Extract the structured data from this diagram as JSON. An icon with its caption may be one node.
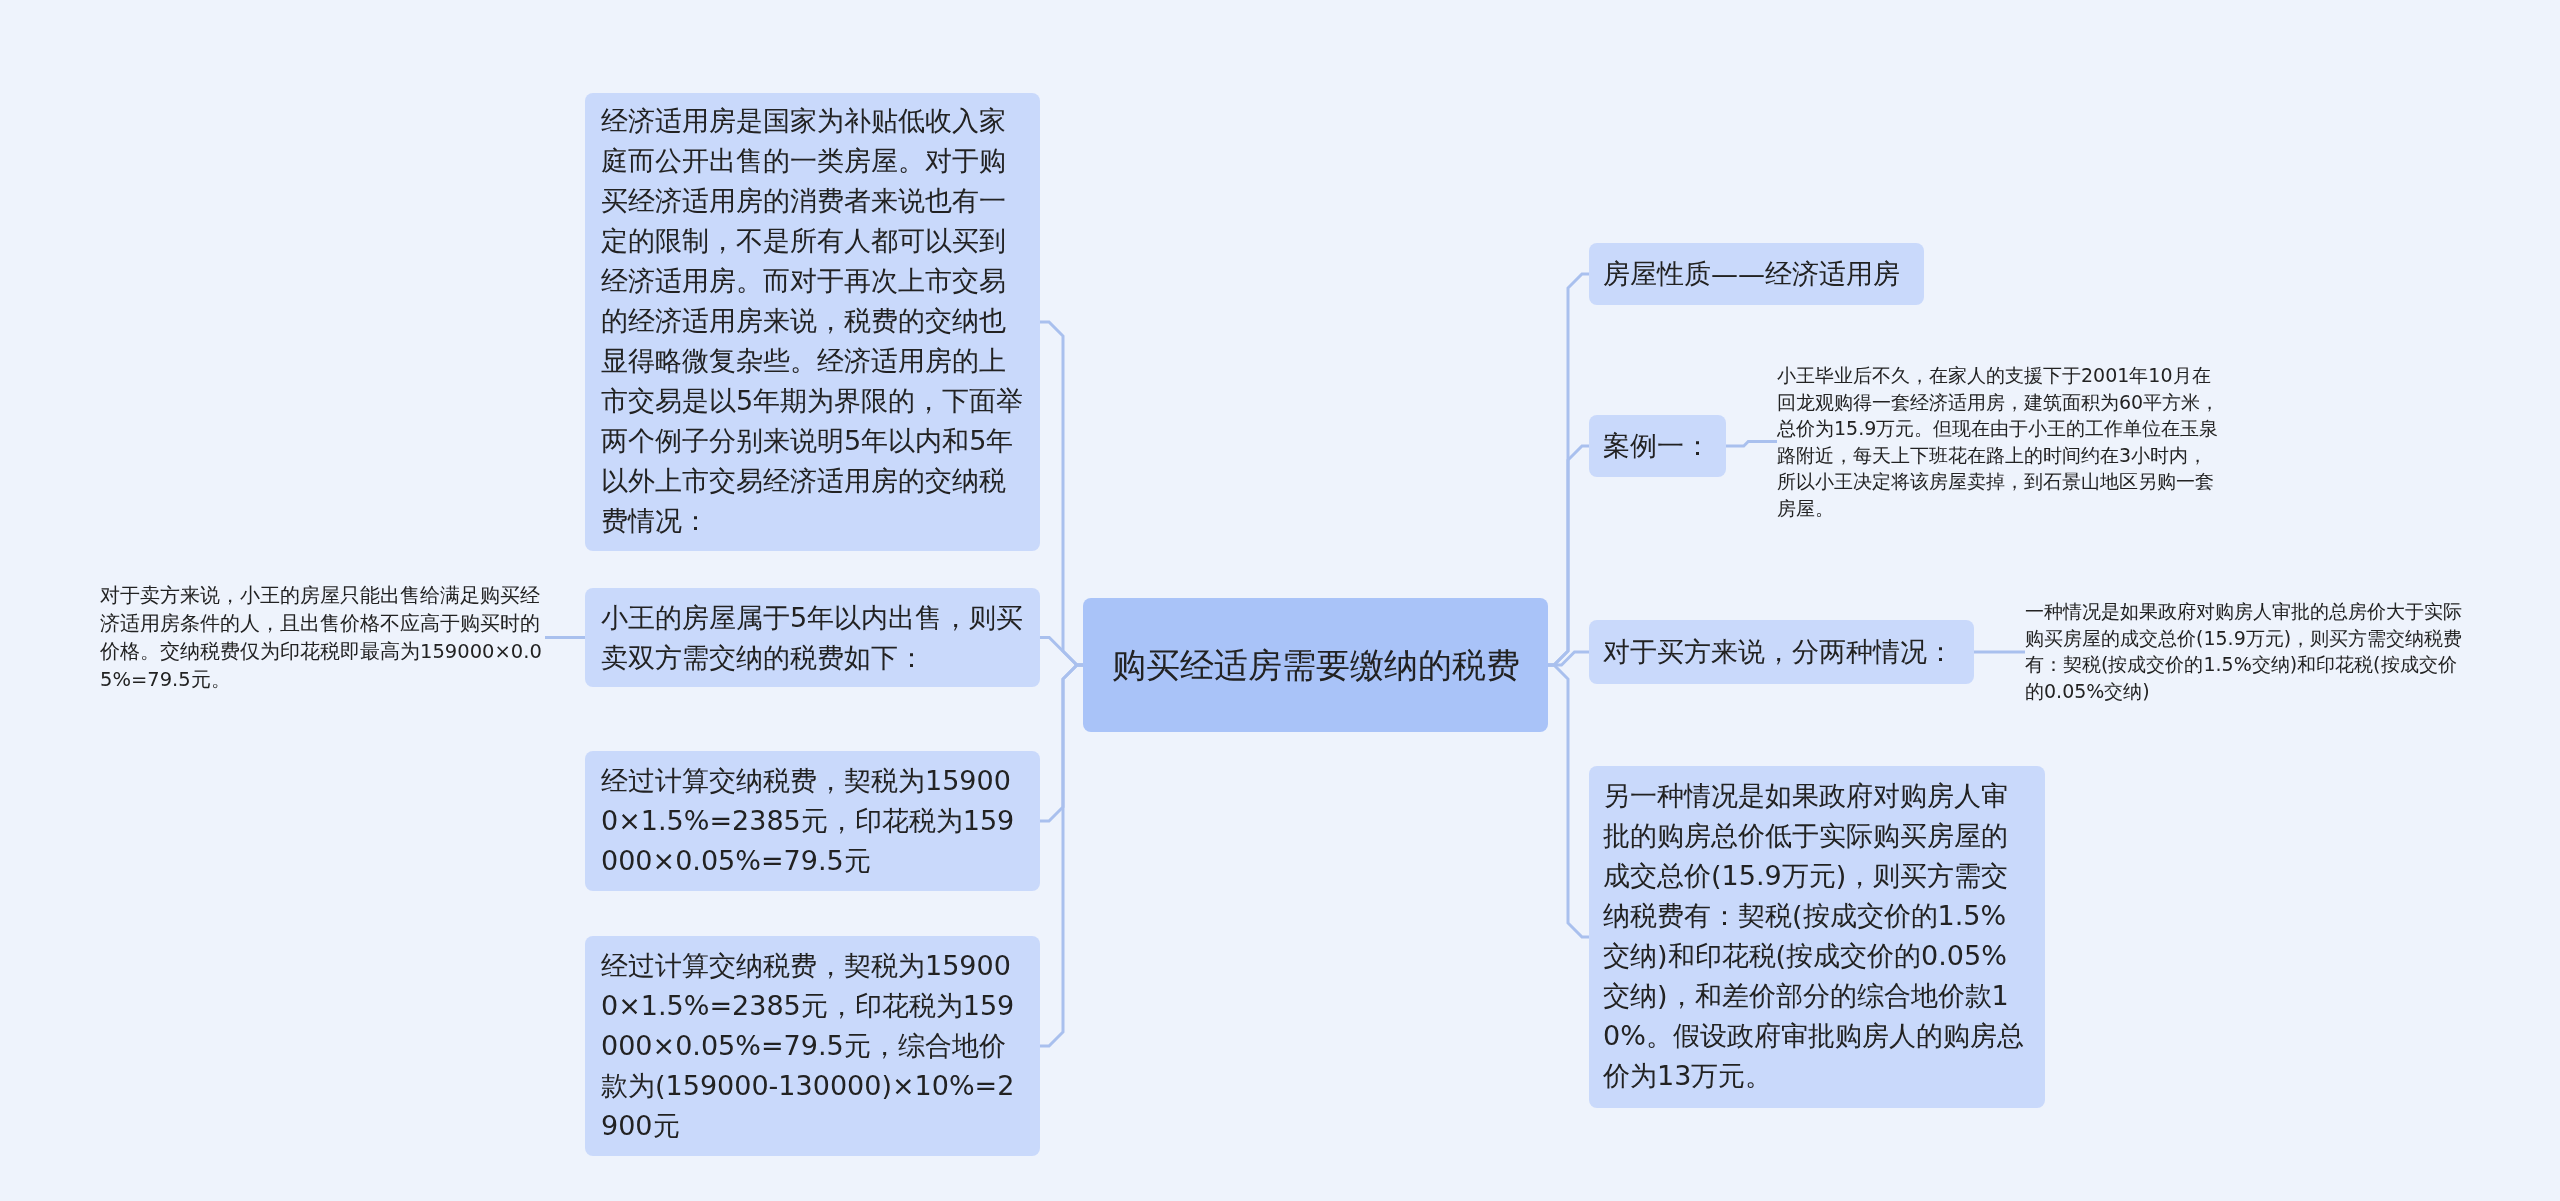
{
  "diagram": {
    "nodes": [
      {
        "text": [
          "购买经适房需要缴纳的税费"
        ]
      },
      {
        "text": [
          "经济适用房是国家为补贴低收入家庭而公开出售的一类房屋。对于购买经济适用房的消费者来说也有一定的限制，不是所有人都可以买到经济适用房。而对于再次上市交易的经济适用房来说，税费的交纳也显得略微复杂些。经济适用房的上市交易是以5年期为界限的，下面举两个例子分别来说明5年以内和5年以外上市交易经济适用房的交纳税费情况："
        ]
      },
      {
        "text": [
          "小王的房屋属于5年以内出售，则买卖双方需交纳的税费如下："
        ]
      },
      {
        "text": [
          "对于卖方来说，小王的房屋只能出售给满足购买经济适用房条件的人，且出售价格不应高于购买时的价格。交纳税费仅为印花税即最高为159000×0.05%=79.5元。"
        ]
      },
      {
        "text": [
          "经过计算交纳税费，契税为159000×1.5%=2385元，印花税为159000×0.05%=79.5元"
        ]
      },
      {
        "text": [
          "经过计算交纳税费，契税为159000×1.5%=2385元，印花税为159000×0.05%=79.5元，综合地价款为(159000-130000)×10%=2900元"
        ]
      },
      {
        "text": [
          "房屋性质——经济适用房"
        ]
      },
      {
        "text": [
          "案例一："
        ]
      },
      {
        "text": [
          "小王毕业后不久，在家人的支援下于2001年10月在回龙观购得一套经济适用房，建筑面积为60平方米，总价为15.9万元。但现在由于小王的工作单位在玉泉路附近，每天上下班花在路上的时间约在3小时内，所以小王决定将该房屋卖掉，到石景山地区另购一套房屋。"
        ]
      },
      {
        "text": [
          "对于买方来说，分两种情况："
        ]
      },
      {
        "text": [
          "一种情况是如果政府对购房人审批的总房价大于实际购买房屋的成交总价(15.9万元)，则买方需交纳税费有：契税(按成交价的1.5%交纳)和印花税(按成交价的0.05%交纳)"
        ]
      },
      {
        "text": [
          "另一种情况是如果政府对购房人审批的购房总价低于实际购买房屋的成交总价(15.9万元)，则买方需交纳税费有：契税(按成交价的1.5%交纳)和印花税(按成交价的0.05%交纳)，和差价部分的综合地价款10%。假设政府审批购房人的购房总价为13万元。"
        ]
      }
    ],
    "edges": [
      {
        "from": 0,
        "to": 1,
        "arrow": "none"
      },
      {
        "from": 0,
        "to": 2,
        "arrow": "none"
      },
      {
        "from": 2,
        "to": 3,
        "arrow": "none"
      },
      {
        "from": 0,
        "to": 4,
        "arrow": "none"
      },
      {
        "from": 0,
        "to": 5,
        "arrow": "none"
      },
      {
        "from": 0,
        "to": 6,
        "arrow": "none"
      },
      {
        "from": 0,
        "to": 7,
        "arrow": "none"
      },
      {
        "from": 7,
        "to": 8,
        "arrow": "none"
      },
      {
        "from": 0,
        "to": 9,
        "arrow": "none"
      },
      {
        "from": 9,
        "to": 10,
        "arrow": "none"
      },
      {
        "from": 0,
        "to": 11,
        "arrow": "none"
      }
    ]
  }
}
